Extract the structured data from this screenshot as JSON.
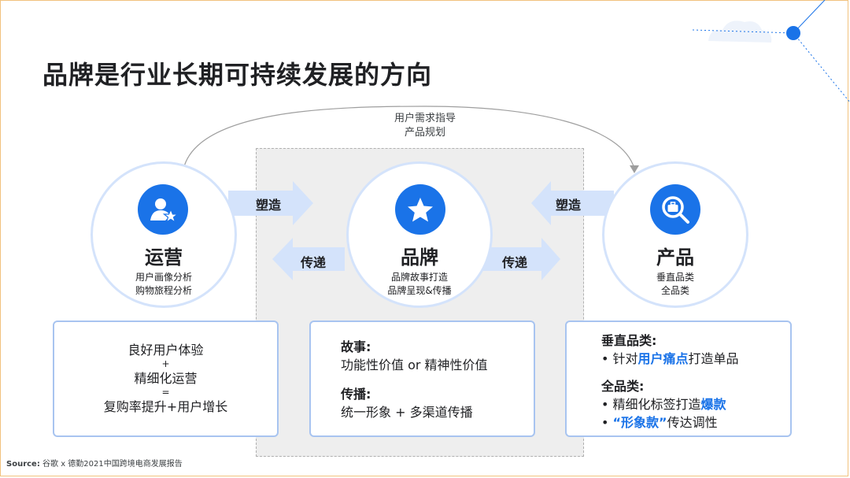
{
  "title": "品牌是行业长期可持续发展的方向",
  "arc_label": [
    "用户需求指导",
    "产品规划"
  ],
  "arrows": {
    "top_left": "塑造",
    "top_right": "塑造",
    "bottom_left": "传递",
    "bottom_right": "传递"
  },
  "nodes": {
    "operations": {
      "title": "运营",
      "lines": [
        "用户画像分析",
        "购物旅程分析"
      ],
      "icon": "user-star-icon"
    },
    "brand": {
      "title": "品牌",
      "lines": [
        "品牌故事打造",
        "品牌呈现&传播"
      ],
      "icon": "star-icon"
    },
    "product": {
      "title": "产品",
      "lines": [
        "垂直品类",
        "全品类"
      ],
      "icon": "search-briefcase-icon"
    }
  },
  "cards": {
    "left": {
      "lines": [
        "良好用户体验",
        "+",
        "精细化运营",
        "=",
        "复购率提升+用户增长"
      ]
    },
    "middle": {
      "story_heading": "故事:",
      "story_text": "功能性价值 or 精神性价值",
      "spread_heading": "传播:",
      "spread_text": "统一形象 + 多渠道传播"
    },
    "right": {
      "vertical_heading": "垂直品类:",
      "vertical_pre": "• 针对",
      "vertical_highlight": "用户痛点",
      "vertical_post": "打造单品",
      "full_heading": "全品类:",
      "full_line1_pre": "• 精细化标签打造",
      "full_line1_highlight": "爆款",
      "full_line2_pre": "• ",
      "full_line2_highlight": "“形象款”",
      "full_line2_post": "传达调性"
    }
  },
  "source": {
    "label": "Source:",
    "text": " 谷歌 x 德勤2021中国跨境电商发展报告"
  },
  "colors": {
    "accent": "#1a73e8",
    "light_blue": "#d4e3fb",
    "card_border": "#a8c4f0"
  }
}
